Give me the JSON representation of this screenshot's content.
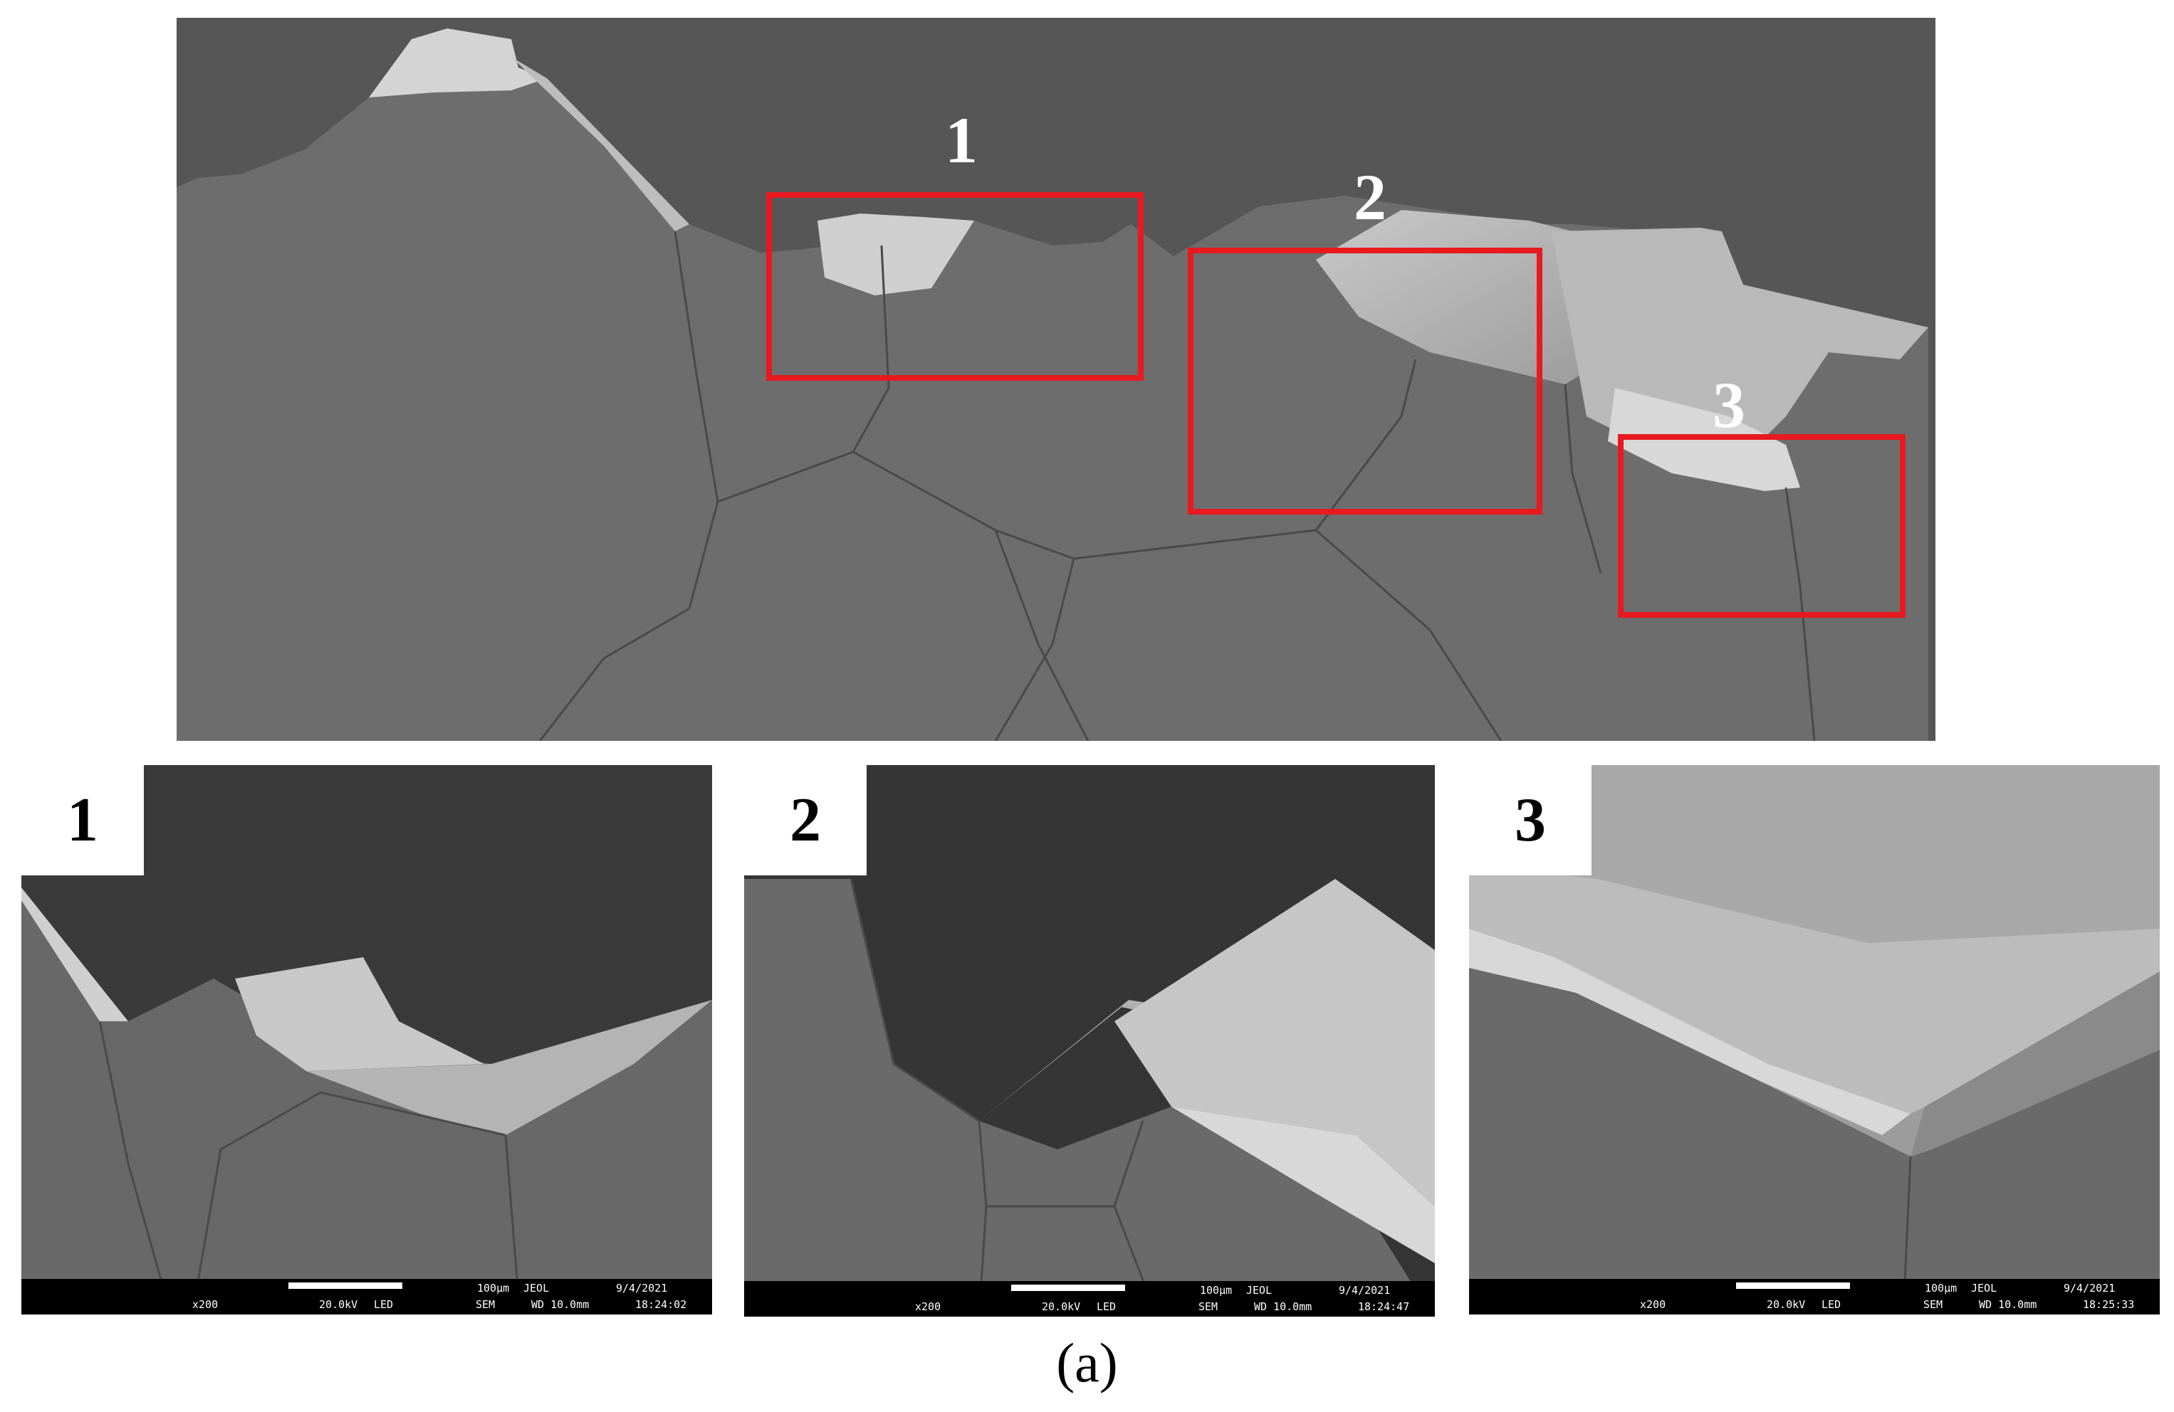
{
  "figure": {
    "caption": "(a)",
    "overview_labels": [
      "1",
      "2",
      "3"
    ],
    "roi_color": "#e8191f"
  },
  "panels": [
    {
      "label": "1",
      "info": {
        "magnification": "x200",
        "voltage": "20.0kV",
        "detector": "LED",
        "mode": "SEM",
        "scale": "100μm",
        "vendor": "JEOL",
        "wd": "WD 10.0mm",
        "date": "9/4/2021",
        "time": "18:24:02"
      }
    },
    {
      "label": "2",
      "info": {
        "magnification": "x200",
        "voltage": "20.0kV",
        "detector": "LED",
        "mode": "SEM",
        "scale": "100μm",
        "vendor": "JEOL",
        "wd": "WD 10.0mm",
        "date": "9/4/2021",
        "time": "18:24:47"
      }
    },
    {
      "label": "3",
      "info": {
        "magnification": "x200",
        "voltage": "20.0kV",
        "detector": "LED",
        "mode": "SEM",
        "scale": "100μm",
        "vendor": "JEOL",
        "wd": "WD 10.0mm",
        "date": "9/4/2021",
        "time": "18:25:33"
      }
    }
  ]
}
